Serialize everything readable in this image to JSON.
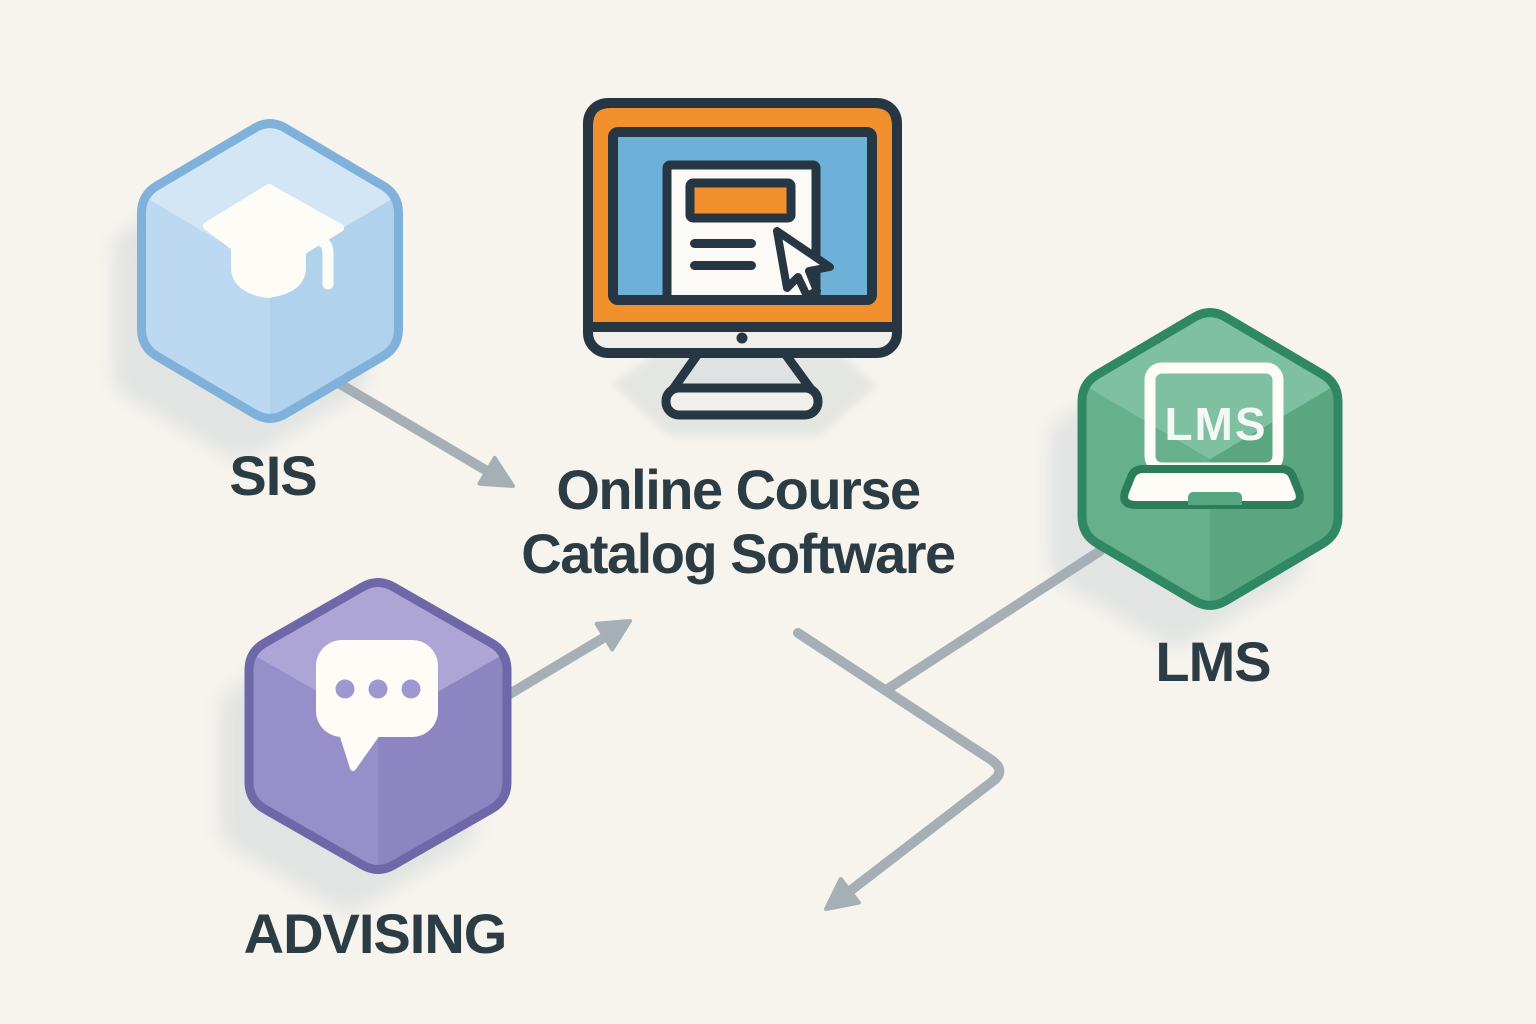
{
  "title": {
    "line1": "Online Course",
    "line2": "Catalog Software"
  },
  "nodes": {
    "sis": {
      "label": "SIS",
      "icon": "graduation-cap-icon"
    },
    "advising": {
      "label": "ADVISING",
      "icon": "chat-bubble-icon"
    },
    "lms": {
      "label": "LMS",
      "icon": "laptop-icon",
      "screen_text": "LMS"
    }
  },
  "center": {
    "icon": "monitor-icon"
  },
  "connections": [
    {
      "from": "sis",
      "to": "center",
      "style": "arrow"
    },
    {
      "from": "advising",
      "to": "center",
      "style": "arrow"
    },
    {
      "from": "center",
      "to": "bottom",
      "style": "bent-arrow"
    },
    {
      "from": "lms",
      "to": "center-line",
      "style": "line"
    }
  ],
  "colors": {
    "background": "#f7f4ee",
    "outline_dark": "#263743",
    "text_dark": "#2c3c44",
    "arrow_gray": "#a5afb5",
    "shadow_gray": "#c9d2d6",
    "monitor_shadow": "#e3e5e1",
    "monitor_orange": "#f2902e",
    "screen_blue": "#6db1d8",
    "monitor_body": "#eff0ec",
    "stand_gray": "#dfe2e2",
    "page_white": "#fbfaf6",
    "icon_white": "#fdfcf7",
    "sis_top": "#d2e6f6",
    "sis_left": "#bcd9f1",
    "sis_right": "#b0d2ec",
    "sis_border": "#7fb1db",
    "advising_top": "#aca5d6",
    "advising_left": "#978fc9",
    "advising_right": "#8d85c1",
    "advising_border": "#6e68a8",
    "advising_dots": "#9f98d0",
    "lms_top": "#7fc0a2",
    "lms_left": "#67b08d",
    "lms_right": "#5ba681",
    "lms_border": "#2f8763",
    "lms_laptop_stroke": "#2c7e5a",
    "lms_notch": "#55a681",
    "lms_screen_text_color": "#f4f8f5"
  }
}
